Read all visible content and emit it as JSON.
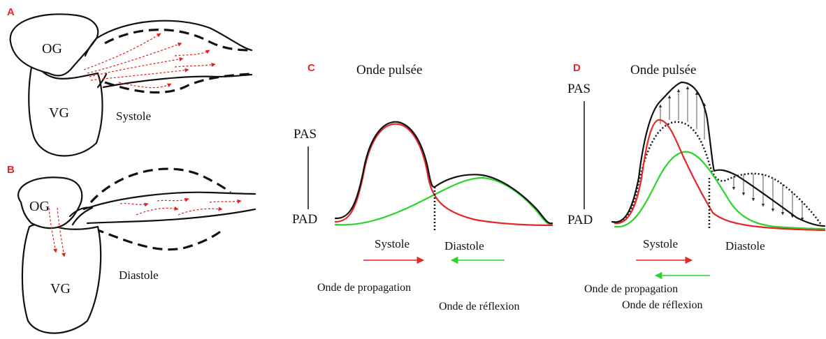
{
  "colors": {
    "panel_letter": "#e8242b",
    "red_wave": "#e8242b",
    "green_wave": "#2bd42b",
    "black": "#111111"
  },
  "panel_a": {
    "letter": "A",
    "atrium": "OG",
    "ventricle": "VG",
    "phase": "Systole"
  },
  "panel_b": {
    "letter": "B",
    "atrium": "OG",
    "ventricle": "VG",
    "phase": "Diastole"
  },
  "panel_c": {
    "letter": "C",
    "title": "Onde pulsée",
    "pas": "PAS",
    "pad": "PAD",
    "systole": "Systole",
    "diastole": "Diastole",
    "propagation": "Onde de propagation",
    "reflexion": "Onde de réflexion"
  },
  "panel_d": {
    "letter": "D",
    "title": "Onde pulsée",
    "pas": "PAS",
    "pad": "PAD",
    "systole": "Systole",
    "diastole": "Diastole",
    "propagation": "Onde de propagation",
    "reflexion": "Onde de réflexion"
  }
}
